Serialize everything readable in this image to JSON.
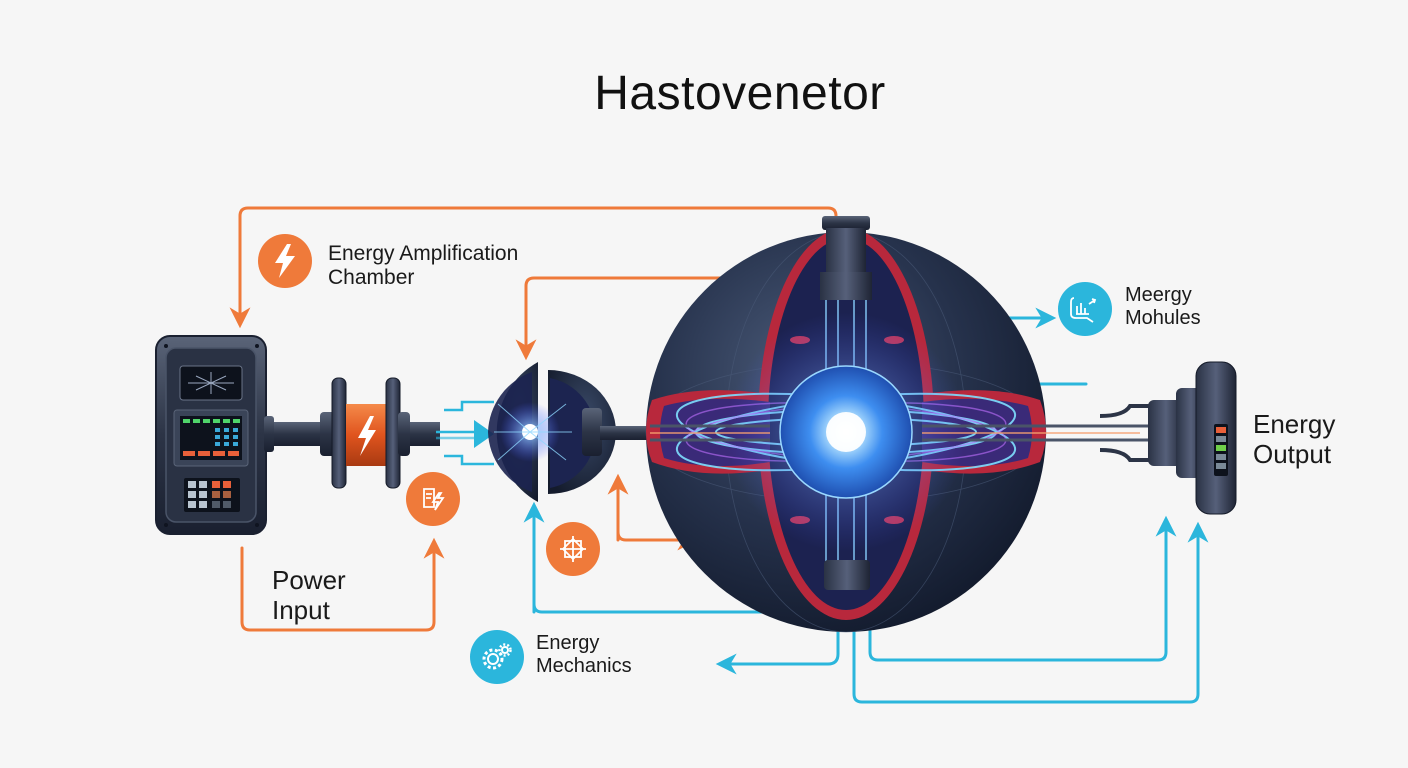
{
  "title": "Hastovenetor",
  "colors": {
    "background": "#f6f6f6",
    "flow_orange": "#ef7a3a",
    "flow_blue": "#2bb6dc",
    "sphere_dark": "#1e2a40",
    "chamber_red": "#b8283c",
    "core_glow": "#5fb8ff"
  },
  "labels": {
    "energy_amplification": {
      "line1": "Energy Amplification",
      "line2": "Chamber",
      "icon": "lightning-bolt-icon"
    },
    "meergy_mohules": {
      "line1": "Meergy",
      "line2": "Mohules",
      "icon": "module-chart-icon"
    },
    "energy_output": {
      "line1": "Energy",
      "line2": "Output"
    },
    "power_input": {
      "line1": "Power",
      "line2": "Input"
    },
    "energy_mechanics": {
      "line1": "Energy",
      "line2": "Mechanics",
      "icon": "gears-icon"
    }
  },
  "components": [
    {
      "name": "control-panel",
      "description": "Power input control console"
    },
    {
      "name": "power-coil",
      "icon": "lightning-bolt-icon"
    },
    {
      "name": "focusing-hemisphere"
    },
    {
      "name": "reactor-sphere"
    },
    {
      "name": "output-turbine"
    }
  ],
  "small_badges": [
    {
      "name": "document-bolt-badge",
      "color": "orange"
    },
    {
      "name": "crosshair-target-badge",
      "color": "orange"
    }
  ],
  "output_indicator_lights": [
    "#e8603a",
    "#7a8a98",
    "#6fcf4a",
    "#7a8a98",
    "#7a8a98"
  ]
}
